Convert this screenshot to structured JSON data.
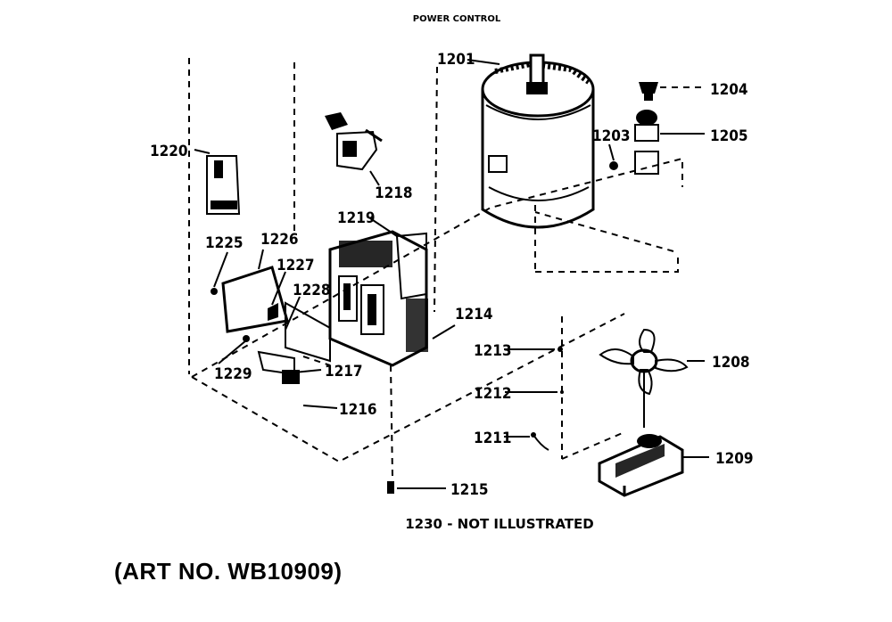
{
  "diagram": {
    "title": "POWER CONTROL",
    "note": "1230 - NOT ILLUSTRATED",
    "art_number": "(ART NO. WB10909)",
    "part_labels": {
      "p1201": "1201",
      "p1203": "1203",
      "p1204": "1204",
      "p1205": "1205",
      "p1208": "1208",
      "p1209": "1209",
      "p1211": "1211",
      "p1212": "1212",
      "p1213": "1213",
      "p1214": "1214",
      "p1215": "1215",
      "p1216": "1216",
      "p1217": "1217",
      "p1218": "1218",
      "p1219": "1219",
      "p1220": "1220",
      "p1225": "1225",
      "p1226": "1226",
      "p1227": "1227",
      "p1228": "1228",
      "p1229": "1229"
    }
  }
}
